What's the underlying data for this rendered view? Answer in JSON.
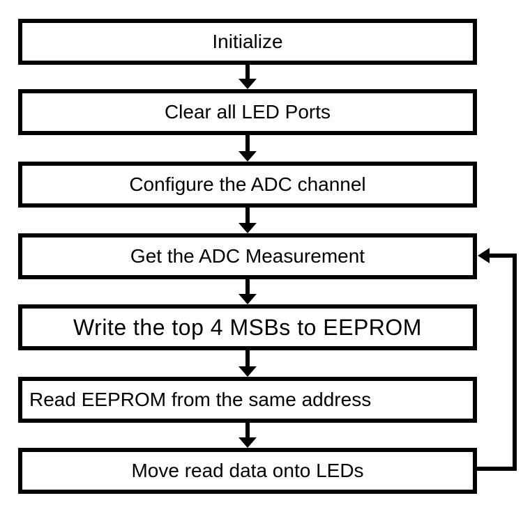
{
  "diagram": {
    "type": "flowchart",
    "background_color": "#ffffff",
    "line_color": "#000000",
    "boxes": [
      {
        "id": "initialize",
        "label": "Initialize"
      },
      {
        "id": "clear-led-ports",
        "label": "Clear all LED Ports"
      },
      {
        "id": "configure-adc",
        "label": "Configure the ADC channel"
      },
      {
        "id": "get-adc",
        "label": "Get the ADC Measurement"
      },
      {
        "id": "write-eeprom",
        "label": "Write the top 4 MSBs to EEPROM"
      },
      {
        "id": "read-eeprom",
        "label": "Read EEPROM from the same address"
      },
      {
        "id": "move-leds",
        "label": "Move read data onto LEDs"
      }
    ],
    "edges": [
      {
        "from": "initialize",
        "to": "clear-led-ports",
        "type": "arrow-down"
      },
      {
        "from": "clear-led-ports",
        "to": "configure-adc",
        "type": "arrow-down"
      },
      {
        "from": "configure-adc",
        "to": "get-adc",
        "type": "arrow-down"
      },
      {
        "from": "get-adc",
        "to": "write-eeprom",
        "type": "arrow-down"
      },
      {
        "from": "write-eeprom",
        "to": "read-eeprom",
        "type": "arrow-down"
      },
      {
        "from": "read-eeprom",
        "to": "move-leds",
        "type": "arrow-down"
      },
      {
        "from": "move-leds",
        "to": "get-adc",
        "type": "feedback-loop-right"
      }
    ]
  }
}
